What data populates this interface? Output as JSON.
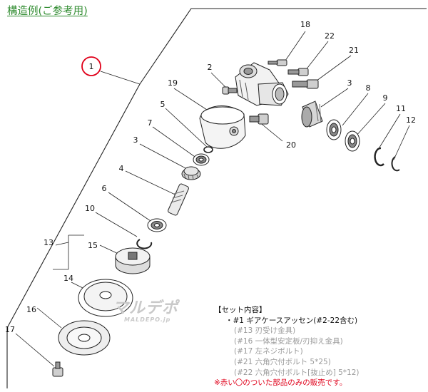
{
  "title": "構造例(ご参考用)",
  "assembly_callout": "1",
  "callouts": [
    "18",
    "22",
    "21",
    "2",
    "19",
    "3",
    "8",
    "9",
    "11",
    "12",
    "5",
    "7",
    "3",
    "20",
    "4",
    "6",
    "10",
    "13",
    "15",
    "14",
    "16",
    "17"
  ],
  "watermark": {
    "logo": "マルデポ",
    "url": "MALDEPO.jp"
  },
  "legend": {
    "header": "【セット内容】",
    "main": "・#1 ギアケースアッセン(#2-22含む)",
    "items": [
      "(#13 刃受け金具)",
      "(#16 一体型安定板/刃抑え金具)",
      "(#17 左ネジボルト)",
      "(#21 六角穴付ボルト 5*25)",
      "(#22 六角穴付ボルト[抜止め] 5*12)"
    ],
    "note": "※赤い〇のついた部品のみの販売です。"
  },
  "colors": {
    "title": "#2e8b2e",
    "circle": "#e0001a",
    "note": "#e0001a",
    "sub_items": "#9a9a9a",
    "line": "#222222"
  }
}
